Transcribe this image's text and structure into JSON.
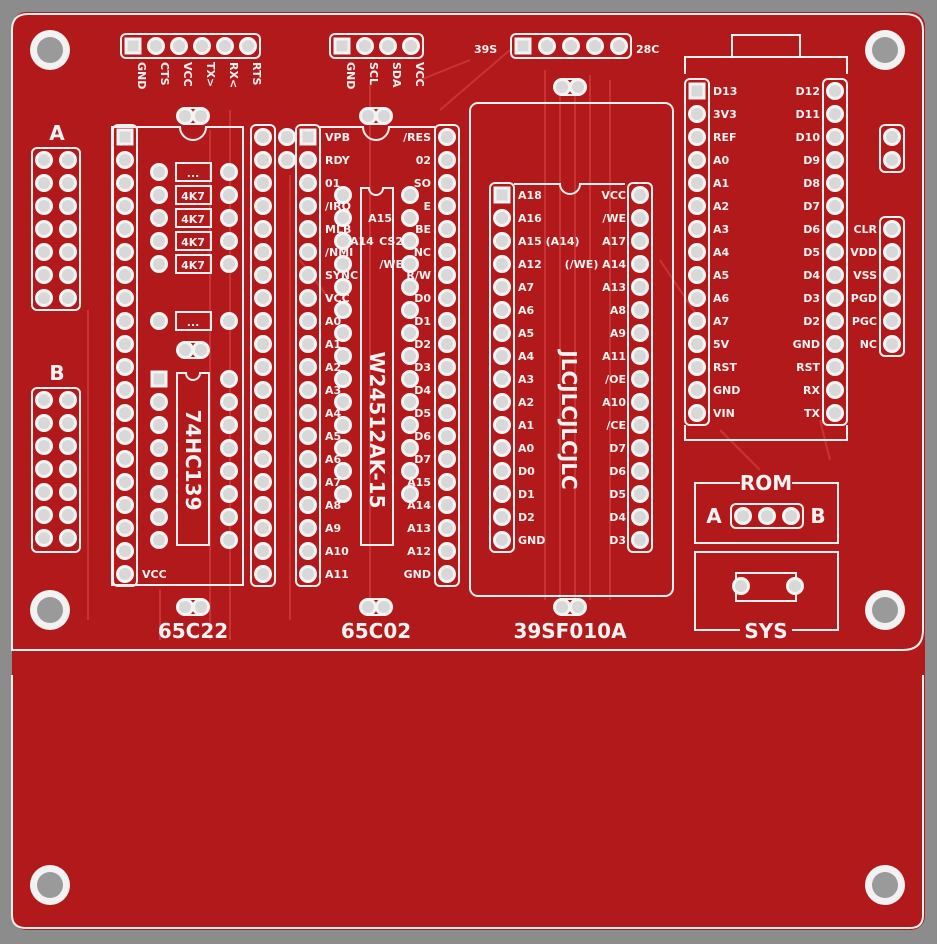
{
  "colors": {
    "board": "#b2191b",
    "silk": "#f0f0f0",
    "background": "#8c8c8c"
  },
  "headers": {
    "a_label": "A",
    "b_label": "B",
    "serial": [
      "GND",
      "CTS",
      "VCC",
      "TX>",
      "RX<",
      "RTS"
    ],
    "i2c": [
      "GND",
      "SCL",
      "SDA",
      "VCC"
    ],
    "rom_select_left": "39S",
    "rom_select_right": "28C"
  },
  "via65c22": {
    "name": "65C22",
    "vcc_label": "VCC",
    "chip_name": "74HC139",
    "resistors": [
      "...",
      "4K7",
      "4K7",
      "4K7",
      "4K7"
    ],
    "extra_resistor": "..."
  },
  "cpu65c02": {
    "name": "65C02",
    "left_pins": [
      "VPB",
      "RDY",
      "01",
      "/IRQ",
      "MLB",
      "/NMI",
      "SYNC",
      "VCC",
      "A0",
      "A1",
      "A2",
      "A3",
      "A4",
      "A5",
      "A6",
      "A7",
      "A8",
      "A9",
      "A10",
      "A11"
    ],
    "right_pins": [
      "/RES",
      "02",
      "SO",
      "E",
      "BE",
      "NC",
      "R/W",
      "D0",
      "D1",
      "D2",
      "D3",
      "D4",
      "D5",
      "D6",
      "D7",
      "A15",
      "A14",
      "A13",
      "A12",
      "GND"
    ],
    "inner_chip": "W24512AK-15",
    "inner_labels": [
      "A15",
      "A14",
      "CS2",
      "/WE"
    ]
  },
  "rom": {
    "name": "39SF010A",
    "marking": "JLCJLCJLCJLC",
    "left_pins": [
      "A18",
      "A16",
      "A15 (A14)",
      "A12",
      "A7",
      "A6",
      "A5",
      "A4",
      "A3",
      "A2",
      "A1",
      "A0",
      "D0",
      "D1",
      "D2",
      "GND"
    ],
    "right_pins": [
      "VCC",
      "/WE",
      "A17",
      "(/WE) A14",
      "A13",
      "A8",
      "A9",
      "A11",
      "/OE",
      "A10",
      "/CE",
      "D7",
      "D6",
      "D5",
      "D4",
      "D3"
    ]
  },
  "arduino": {
    "left_pins": [
      "D13",
      "3V3",
      "REF",
      "A0",
      "A1",
      "A2",
      "A3",
      "A4",
      "A5",
      "A6",
      "A7",
      "5V",
      "RST",
      "GND",
      "VIN"
    ],
    "right_pins": [
      "D12",
      "D11",
      "D10",
      "D9",
      "D8",
      "D7",
      "D6",
      "D5",
      "D4",
      "D3",
      "D2",
      "GND",
      "RST",
      "RX",
      "TX"
    ]
  },
  "icsp": [
    "CLR",
    "VDD",
    "VSS",
    "PGD",
    "PGC",
    "NC"
  ],
  "rom_jumper": {
    "title": "ROM",
    "left": "A",
    "right": "B"
  },
  "sys_switch": {
    "title": "SYS"
  }
}
